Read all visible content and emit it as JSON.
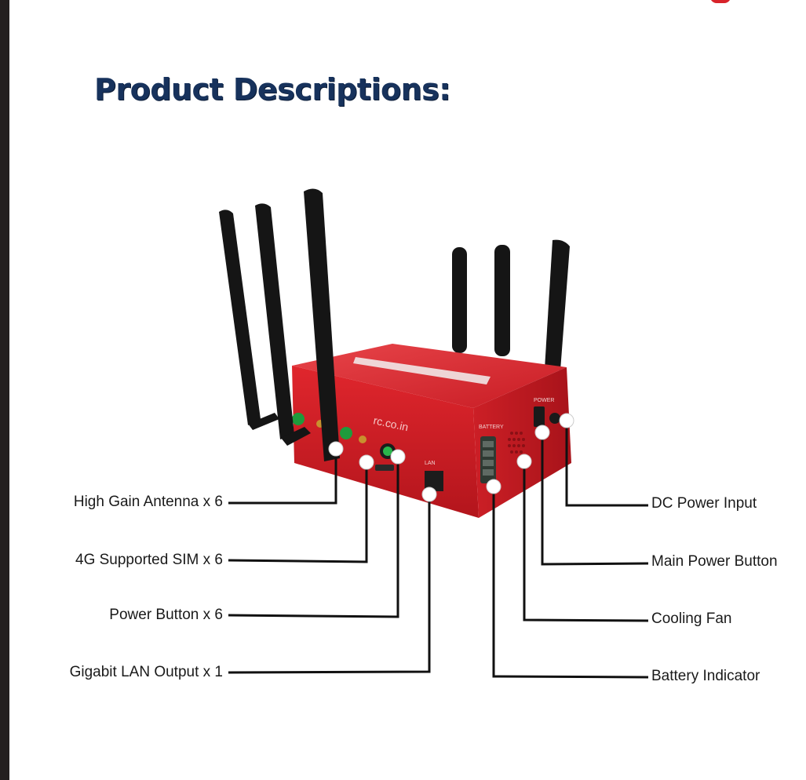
{
  "title": "Product Descriptions:",
  "device": {
    "top_logo": "",
    "front_text": "rc.co.in",
    "battery_label": "BATTERY",
    "power_label": "POWER",
    "lan_label": "LAN"
  },
  "callouts_left": [
    "High Gain Antenna x 6",
    "4G Supported SIM x 6",
    "Power Button x 6",
    "Gigabit LAN Output x 1"
  ],
  "callouts_right": [
    "DC Power Input",
    "Main Power Button",
    "Cooling Fan",
    "Battery Indicator"
  ],
  "colors": {
    "title": "#17325c",
    "device_red": "#d8232a",
    "antenna": "#151515",
    "line": "#111111"
  }
}
